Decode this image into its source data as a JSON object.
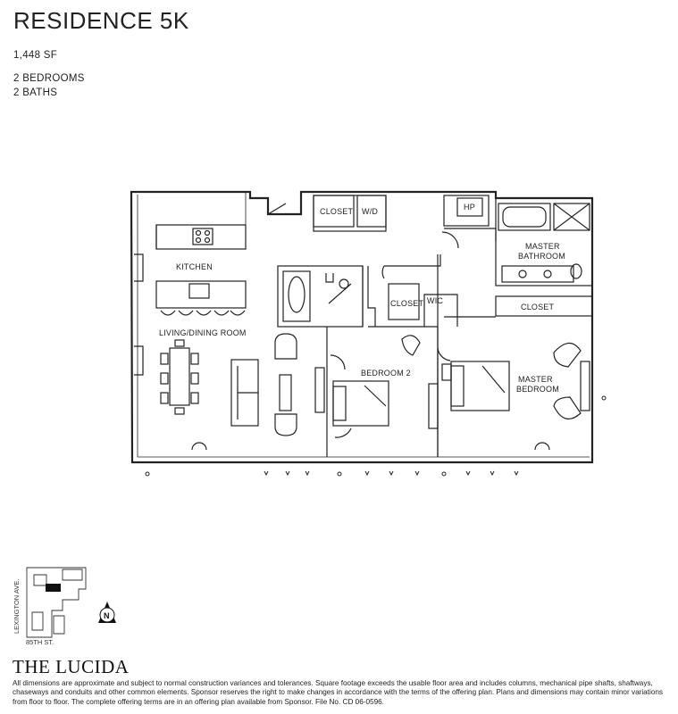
{
  "residence_title": "RESIDENCE 5K",
  "area": "1,448 SF",
  "bedrooms": "2 BEDROOMS",
  "baths": "2 BATHS",
  "rooms": {
    "kitchen": "KITCHEN",
    "living_dining": "LIVING/DINING ROOM",
    "closet_1": "CLOSET",
    "wd": "W/D",
    "hp": "HP",
    "master_bathroom_line1": "MASTER",
    "master_bathroom_line2": "BATHROOM",
    "closet_2": "CLOSET",
    "closet_3": "CLOSET",
    "wic": "WIC",
    "bedroom2": "BEDROOM 2",
    "master_bedroom_line1": "MASTER",
    "master_bedroom_line2": "BEDROOM"
  },
  "keyplan": {
    "street_vertical": "LEXINGTON AVE.",
    "street_horizontal": "85TH ST.",
    "north": "N"
  },
  "brand": "THE LUCIDA",
  "disclaimer": "All dimensions are approximate and subject to normal construction variances and tolerances. Square footage exceeds the usable floor area and includes columns, mechanical pipe shafts, shaftways, chaseways and conduits and other common elements. Sponsor reserves the right to make changes in accordance with the terms of the offering plan. Plans and dimensions may contain minor variations from floor to floor. The complete offering terms are in an offering plan available from Sponsor. File No. CD 06-0596.",
  "colors": {
    "ink": "#222222",
    "unit_highlight": "#111111"
  }
}
